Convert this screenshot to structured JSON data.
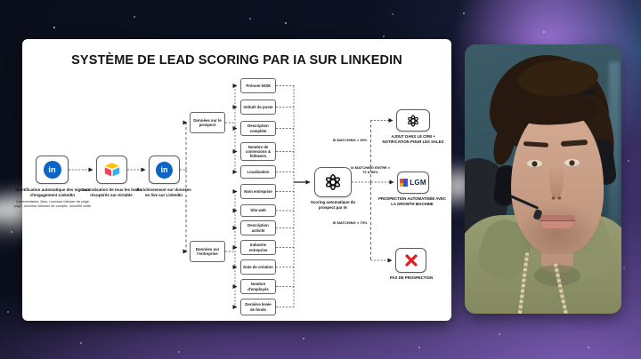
{
  "diagram": {
    "title": "SYSTÈME DE LEAD SCORING PAR IA SUR LINKEDIN",
    "steps": [
      {
        "icon": "linkedin-icon",
        "label": "Identification automatique des signaux d'engagement LinkedIn",
        "sublabel": "Commentaires, likes, nouveau follower de page page, nouveau follower de compte, nouvelle visite"
      },
      {
        "icon": "airtable-icon",
        "label": "Centralisation de tous les leads récupérés sur Airtable"
      },
      {
        "icon": "linkedin-icon",
        "label": "Enrichissement sur données en live sur LinkedIn"
      }
    ],
    "prospect_group": {
      "label": "Données sur le prospect",
      "fields": [
        "Prénom NOM",
        "Intitulé de poste",
        "Description complète",
        "Nombre de connexions & followers",
        "Localisation"
      ]
    },
    "company_group": {
      "label": "Données sur l'entreprise",
      "fields": [
        "Nom entreprise",
        "Site web",
        "Description activité",
        "Industrie entreprise",
        "Date de création",
        "Nombre d'employés",
        "Dernière levée de fonds"
      ]
    },
    "scoring": {
      "icon": "openai-icon",
      "label": "Scoring automatique du prospect par IA"
    },
    "branches": [
      {
        "condition": "SI MATCHING > 90%",
        "icon": "openai-icon",
        "outcome": "AJOUT DANS LE CRM + NOTIFICATION POUR LES SALES"
      },
      {
        "condition": "SI MATCHING ENTRE > 70 & 90%",
        "icon": "lgm-logo",
        "logo_text": "LGM",
        "outcome": "PROSPECTION AUTOMATISÉE AVEC LA GROWTH MACHINE"
      },
      {
        "condition": "SI MATCHING < 70%",
        "icon": "cross-icon",
        "outcome": "PAS DE PROSPECTION"
      }
    ]
  },
  "icons": {
    "linkedin_in": "in"
  },
  "colors": {
    "linkedin_blue": "#0a66c2",
    "airtable_yellow": "#ffbf00",
    "airtable_red": "#f0435a",
    "airtable_blue": "#26b5f8",
    "lgm_navy": "#14254c",
    "cross_red": "#e21d1d",
    "background_purple": "#7a55b2",
    "board_white": "#ffffff"
  }
}
